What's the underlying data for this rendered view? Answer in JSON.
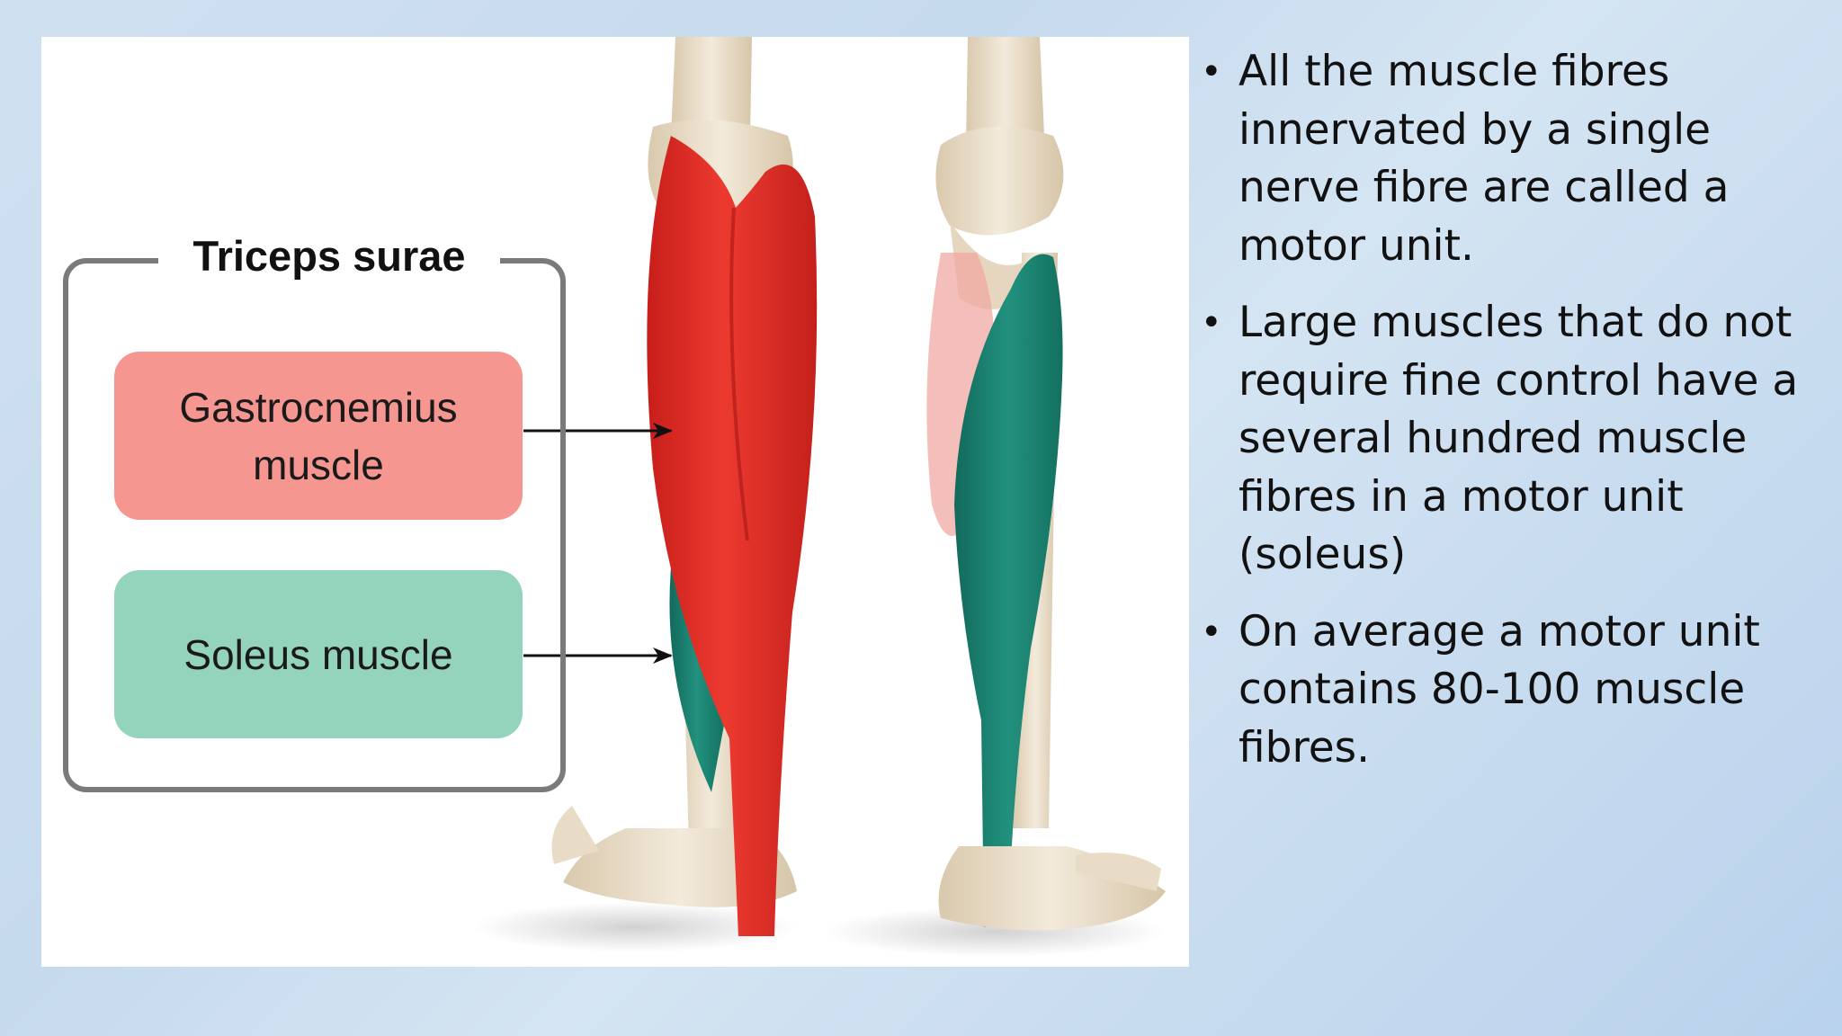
{
  "figure": {
    "group_title": "Triceps surae",
    "labels": [
      {
        "text_line1": "Gastrocnemius",
        "text_line2": "muscle",
        "color": "#f59790"
      },
      {
        "text": "Soleus muscle",
        "color": "#94d3bc"
      }
    ],
    "colors": {
      "gastrocnemius": "#e8302a",
      "soleus": "#1f8a78",
      "bone": "#efe3cf"
    }
  },
  "bullets": [
    {
      "text": "All the muscle fibres innervated by a single nerve fibre are called a motor unit."
    },
    {
      "text": "Large muscles that do not require fine control have a several hundred muscle fibres in a motor unit (soleus)"
    },
    {
      "text": "On average a motor unit contains 80-100 muscle fibres."
    }
  ],
  "bullet_symbol": "•"
}
